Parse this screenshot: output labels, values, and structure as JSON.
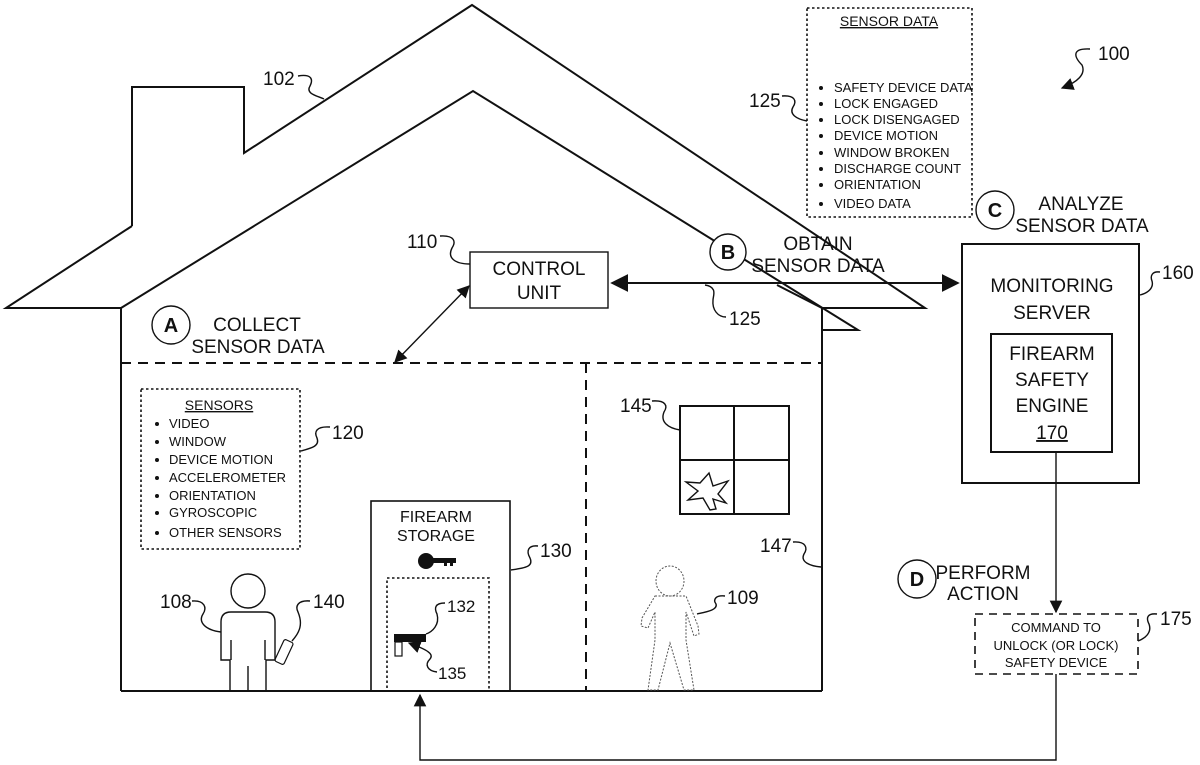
{
  "figure": {
    "ref": "100",
    "house_ref": "102"
  },
  "steps": {
    "a": {
      "letter": "A",
      "line1": "COLLECT",
      "line2": "SENSOR DATA"
    },
    "b": {
      "letter": "B",
      "line1": "OBTAIN",
      "line2": "SENSOR DATA"
    },
    "c": {
      "letter": "C",
      "line1": "ANALYZE",
      "line2": "SENSOR DATA"
    },
    "d": {
      "letter": "D",
      "line1": "PERFORM",
      "line2": "ACTION"
    }
  },
  "control_unit": {
    "ref": "110",
    "line1": "CONTROL",
    "line2": "UNIT"
  },
  "link_ref": "125",
  "sensor_data": {
    "ref": "125",
    "title": "SENSOR DATA",
    "items": [
      "SAFETY DEVICE DATA",
      "LOCK ENGAGED",
      "LOCK DISENGAGED",
      "DEVICE MOTION",
      "WINDOW BROKEN",
      "DISCHARGE COUNT",
      "ORIENTATION",
      "VIDEO DATA"
    ]
  },
  "sensors": {
    "ref": "120",
    "title": "SENSORS",
    "items": [
      "VIDEO",
      "WINDOW",
      "DEVICE MOTION",
      "ACCELEROMETER",
      "ORIENTATION",
      "GYROSCOPIC",
      "OTHER SENSORS"
    ]
  },
  "monitoring_server": {
    "ref": "160",
    "line1": "MONITORING",
    "line2": "SERVER",
    "engine": {
      "line1": "FIREARM",
      "line2": "SAFETY",
      "line3": "ENGINE",
      "ref": "170"
    }
  },
  "firearm_storage": {
    "ref": "130",
    "line1": "FIREARM",
    "line2": "STORAGE",
    "firearm_ref": "132",
    "safety_device_ref": "135"
  },
  "person_resident": {
    "ref": "108",
    "device_ref": "140"
  },
  "person_intruder": {
    "ref": "109"
  },
  "window": {
    "ref": "145"
  },
  "wall": {
    "ref": "147"
  },
  "command": {
    "ref": "175",
    "line1": "COMMAND TO",
    "line2": "UNLOCK (OR LOCK)",
    "line3": "SAFETY DEVICE"
  }
}
